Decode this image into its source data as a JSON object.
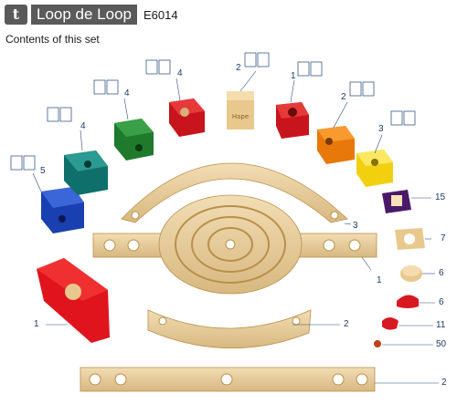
{
  "header": {
    "logo_glyph": "t",
    "title": "Loop de Loop",
    "code": "E6014",
    "subtitle": "Contents of this set"
  },
  "pieces": [
    {
      "id": "blue-cube",
      "qty": "5"
    },
    {
      "id": "teal-cube",
      "qty": "4"
    },
    {
      "id": "green-cube",
      "qty": "4"
    },
    {
      "id": "red-cube-a",
      "qty": "4"
    },
    {
      "id": "natural-cube",
      "qty": "2"
    },
    {
      "id": "red-cube-b",
      "qty": "1"
    },
    {
      "id": "orange-cube",
      "qty": "2"
    },
    {
      "id": "yellow-cube",
      "qty": "3"
    },
    {
      "id": "purple-square",
      "qty": "15"
    },
    {
      "id": "top-arc-track",
      "qty": "3"
    },
    {
      "id": "natural-square",
      "qty": "7"
    },
    {
      "id": "spiral-board",
      "qty": "1"
    },
    {
      "id": "natural-round",
      "qty": "6"
    },
    {
      "id": "red-diamond-funnel",
      "qty": "1"
    },
    {
      "id": "red-cap",
      "qty": "6"
    },
    {
      "id": "bottom-arc-track",
      "qty": "2"
    },
    {
      "id": "red-small-cap",
      "qty": "11"
    },
    {
      "id": "marble",
      "qty": "50"
    },
    {
      "id": "long-straight-track",
      "qty": "2"
    }
  ],
  "colors": {
    "header_bg": "#5a5a5a",
    "label": "#1a3a6a",
    "wood": "#e8cfa0",
    "wood_dark": "#c9a46a"
  }
}
